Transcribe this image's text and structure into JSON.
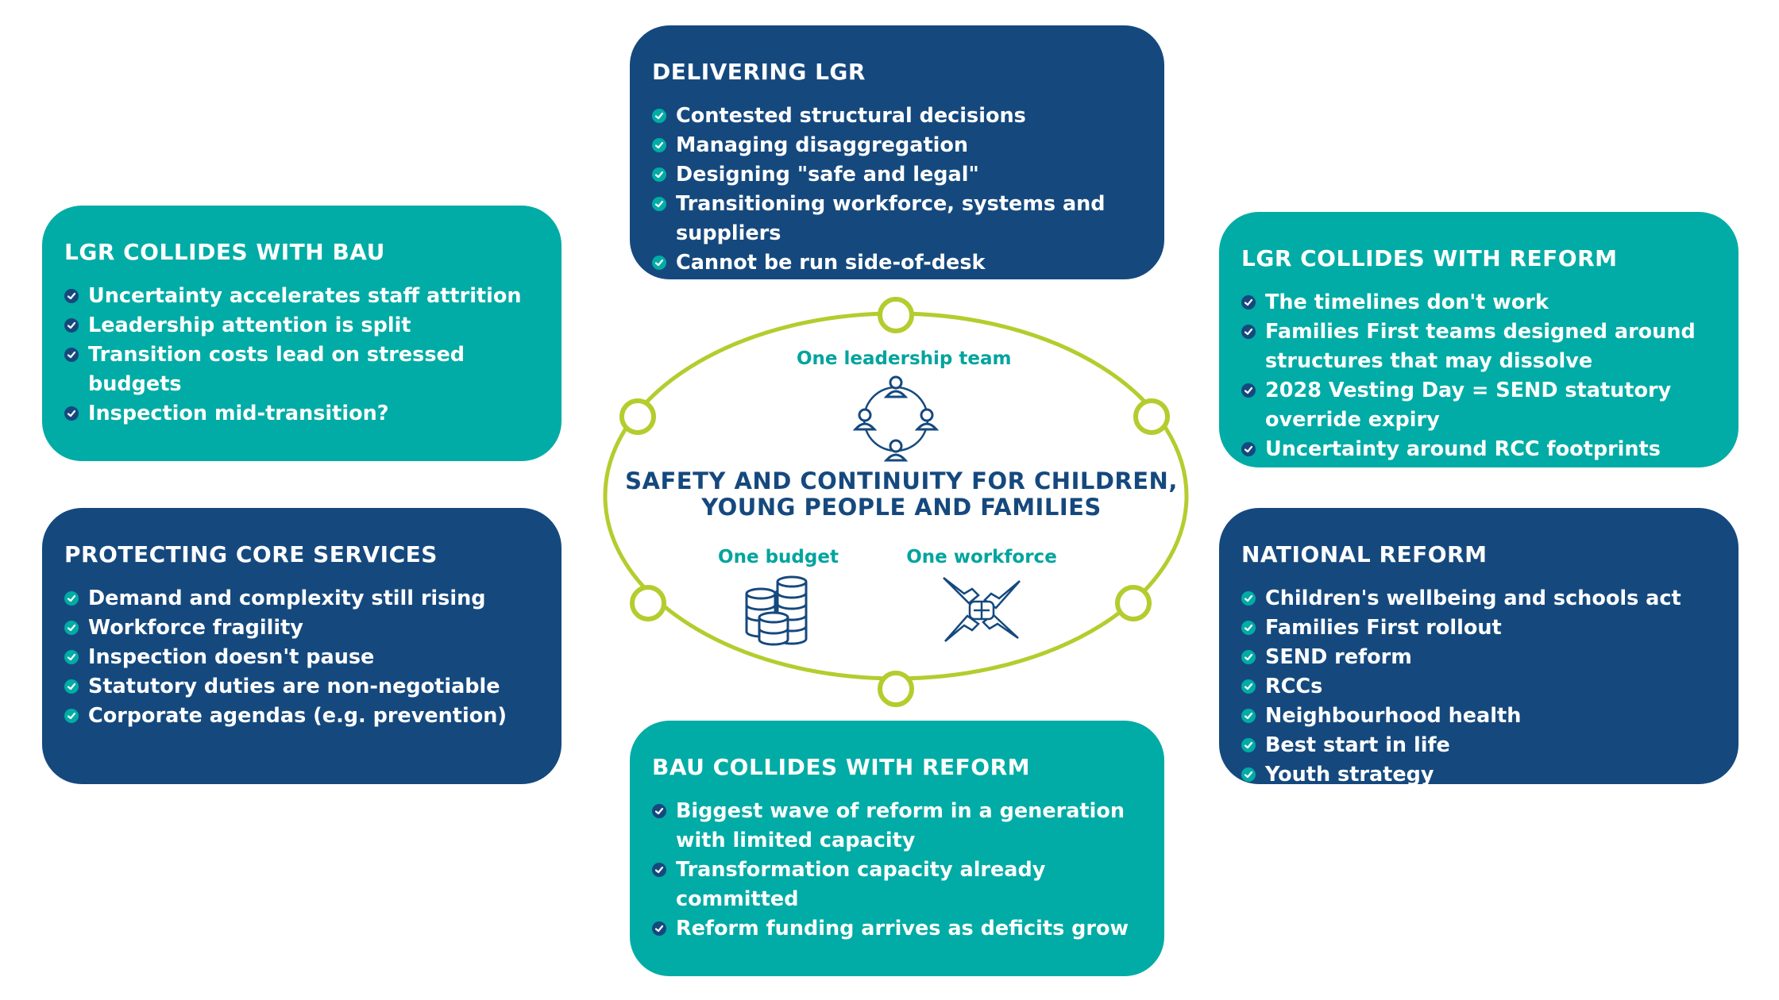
{
  "boxes": {
    "delivering_lgr": {
      "title": "DELIVERING LGR",
      "items": [
        "Contested structural decisions",
        "Managing disaggregation",
        "Designing \"safe and legal\"",
        "Transitioning workforce, systems and suppliers",
        "Cannot be run side-of-desk"
      ]
    },
    "lgr_bau": {
      "title": "LGR COLLIDES WITH BAU",
      "items": [
        "Uncertainty accelerates staff attrition",
        "Leadership attention is split",
        "Transition costs lead on stressed budgets",
        "Inspection mid-transition?"
      ]
    },
    "lgr_reform": {
      "title": "LGR COLLIDES WITH REFORM",
      "items": [
        "The timelines don't work",
        "Families First teams designed around structures that may dissolve",
        "2028 Vesting Day = SEND statutory override expiry",
        "Uncertainty around RCC footprints"
      ]
    },
    "core_services": {
      "title": "PROTECTING CORE SERVICES",
      "items": [
        "Demand and complexity still rising",
        "Workforce fragility",
        "Inspection doesn't pause",
        "Statutory duties are non-negotiable",
        "Corporate agendas (e.g. prevention)"
      ]
    },
    "national_reform": {
      "title": "NATIONAL REFORM",
      "items": [
        "Children's wellbeing and schools act",
        "Families First rollout",
        "SEND reform",
        "RCCs",
        "Neighbourhood health",
        "Best start in life",
        "Youth strategy"
      ]
    },
    "bau_reform": {
      "title": "BAU COLLIDES WITH REFORM",
      "items": [
        "Biggest wave of reform in a generation with limited capacity",
        "Transformation capacity already committed",
        "Reform funding arrives as deficits grow"
      ]
    }
  },
  "center": {
    "title_line1": "SAFETY AND CONTINUITY FOR CHILDREN,",
    "title_line2": "YOUNG PEOPLE AND FAMILIES",
    "leadership_label": "One leadership team",
    "budget_label": "One budget",
    "workforce_label": "One workforce",
    "icons": [
      "team-circle-icon",
      "coin-stacks-icon",
      "joined-hands-icon"
    ]
  },
  "colors": {
    "navy": "#15497e",
    "teal": "#00aca5",
    "ring": "#b5cc2e",
    "label_teal": "#00a49e"
  }
}
